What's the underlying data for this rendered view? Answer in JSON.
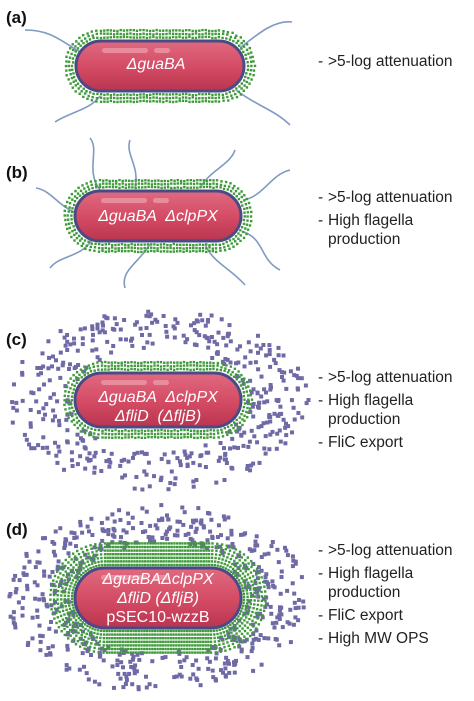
{
  "panels": [
    {
      "label": "(a)",
      "cell_lines": [
        "ΔguaBA"
      ],
      "notes": [
        ">5-log attenuation"
      ],
      "flagella": 4,
      "fimbriae_density": "medium",
      "secreted_particles": false,
      "long_chains": false
    },
    {
      "label": "(b)",
      "cell_lines": [
        "ΔguaBA  ΔclpPX"
      ],
      "notes": [
        ">5-log attenuation",
        "High flagella production"
      ],
      "flagella": 9,
      "fimbriae_density": "medium",
      "secreted_particles": false,
      "long_chains": false
    },
    {
      "label": "(c)",
      "cell_lines": [
        "ΔguaBA  ΔclpPX",
        "ΔfliD  (ΔfljB)"
      ],
      "notes": [
        ">5-log attenuation",
        "High flagella production",
        "FliC export"
      ],
      "flagella": 0,
      "fimbriae_density": "medium",
      "secreted_particles": true,
      "long_chains": false
    },
    {
      "label": "(d)",
      "cell_lines": [
        "ΔguaBAΔclpPX",
        "ΔfliD (ΔfljB)",
        "pSEC10-wzzB"
      ],
      "notes": [
        ">5-log attenuation",
        "High flagella production",
        "FliC export",
        "High MW OPS"
      ],
      "flagella": 0,
      "fimbriae_density": "high",
      "secreted_particles": true,
      "long_chains": true
    }
  ],
  "colors": {
    "cell_fill": "#d34a63",
    "cell_outline": "#4b4a86",
    "fimbriae": "#3f9a3a",
    "flagella": "#7f9ac3",
    "particles": "#6e6aa6"
  }
}
